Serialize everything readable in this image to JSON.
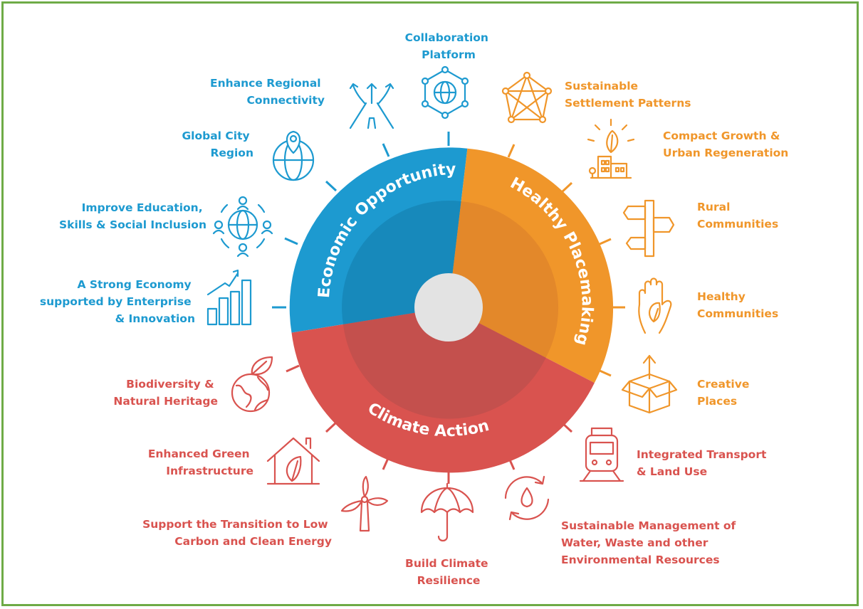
{
  "colors": {
    "economic": "#1d9ad0",
    "placemaking": "#f0962a",
    "climate": "#d9534f",
    "frame": "#6eab46",
    "center": "#e3e3e3"
  },
  "segments": {
    "economic": "Economic Opportunity",
    "placemaking": "Healthy Placemaking",
    "climate": "Climate Action"
  },
  "items": {
    "collaboration": [
      "Collaboration",
      "Platform"
    ],
    "connectivity": [
      "Enhance Regional",
      "Connectivity"
    ],
    "global_city": [
      "Global City",
      "Region"
    ],
    "education": [
      "Improve Education,",
      "Skills & Social Inclusion"
    ],
    "economy": [
      "A Strong Economy",
      "supported by Enterprise",
      "& Innovation"
    ],
    "settlement": [
      "Sustainable",
      "Settlement Patterns"
    ],
    "compact": [
      "Compact Growth &",
      "Urban Regeneration"
    ],
    "rural": [
      "Rural",
      "Communities"
    ],
    "healthy": [
      "Healthy",
      "Communities"
    ],
    "creative": [
      "Creative",
      "Places"
    ],
    "transport": [
      "Integrated Transport",
      "& Land Use"
    ],
    "water": [
      "Sustainable Management of",
      "Water, Waste and other",
      "Environmental Resources"
    ],
    "resilience": [
      "Build Climate",
      "Resilience"
    ],
    "energy": [
      "Support the Transition to Low",
      "Carbon and Clean Energy"
    ],
    "green": [
      "Enhanced Green",
      "Infrastructure"
    ],
    "biodiversity": [
      "Biodiversity &",
      "Natural Heritage"
    ]
  },
  "icons": {
    "collaboration": "network-globe-icon",
    "connectivity": "road-arrows-icon",
    "global_city": "globe-pin-icon",
    "education": "people-globe-icon",
    "economy": "bar-chart-icon",
    "settlement": "settlement-network-icon",
    "compact": "urban-leaf-icon",
    "rural": "signpost-icon",
    "healthy": "hand-leaf-icon",
    "creative": "open-box-icon",
    "transport": "train-icon",
    "water": "water-cycle-icon",
    "resilience": "umbrella-icon",
    "energy": "wind-turbine-icon",
    "green": "house-leaf-icon",
    "biodiversity": "globe-leaf-icon"
  }
}
